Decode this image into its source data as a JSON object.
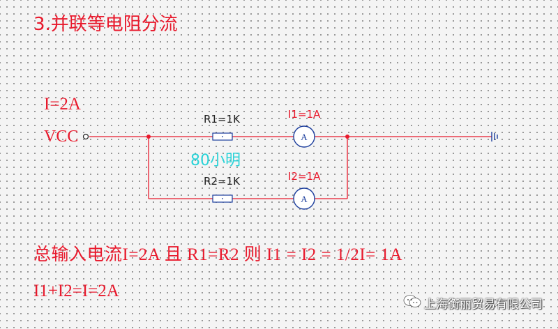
{
  "title": "3.并联等电阻分流",
  "circuit": {
    "total_current": "I=2A",
    "source": "VCC",
    "resistor1": "R1=1K",
    "resistor2": "R2=1K",
    "ammeter1_label": "I1=1A",
    "ammeter2_label": "I2=1A",
    "ammeter_symbol": "A",
    "wire_color": "#e8192c"
  },
  "watermark": "80小明",
  "equations": {
    "line1": "总输入电流I=2A  且 R1=R2  则 I1 = I2 = 1/2I= 1A",
    "line2": "I1+I2=I=2A"
  },
  "brand": {
    "icon": "wechat-icon",
    "text": "上海衡丽贸易有限公司"
  }
}
